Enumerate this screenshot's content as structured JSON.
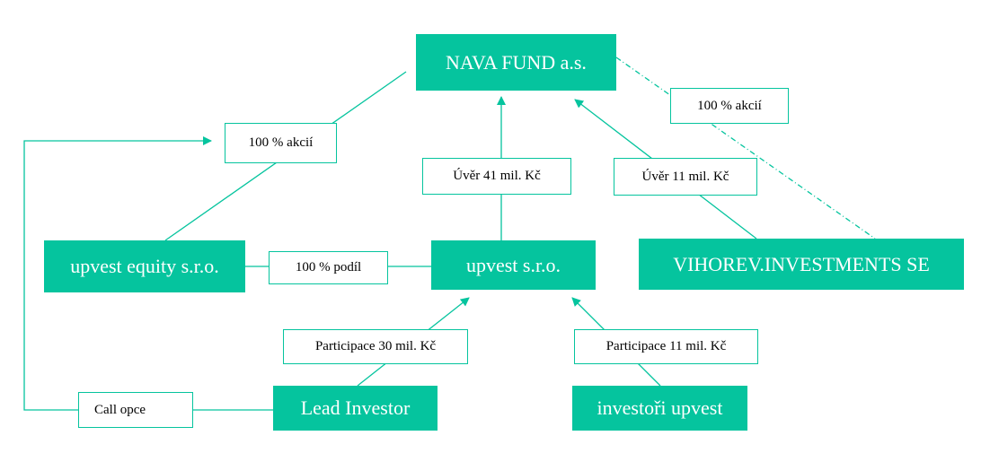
{
  "colors": {
    "accent": "#05c49e",
    "label_border": "#05c49e",
    "text_on_accent": "#ffffff",
    "background": "#ffffff"
  },
  "entities": {
    "nava_fund": "NAVA FUND a.s.",
    "upvest_equity": "upvest equity s.r.o.",
    "upvest": "upvest s.r.o.",
    "vihorev": "VIHOREV.INVESTMENTS SE",
    "lead_investor": "Lead Investor",
    "investori_upvest": "investoři upvest"
  },
  "labels": {
    "akcii_left": "100 % akcií",
    "akcii_right": "100 % akcií",
    "uver_41": "Úvěr 41 mil. Kč",
    "uver_11": "Úvěr 11 mil. Kč",
    "podil": "100 % podíl",
    "participace_30": "Participace 30 mil. Kč",
    "participace_11": "Participace 11 mil. Kč",
    "call_opce": "Call opce"
  }
}
